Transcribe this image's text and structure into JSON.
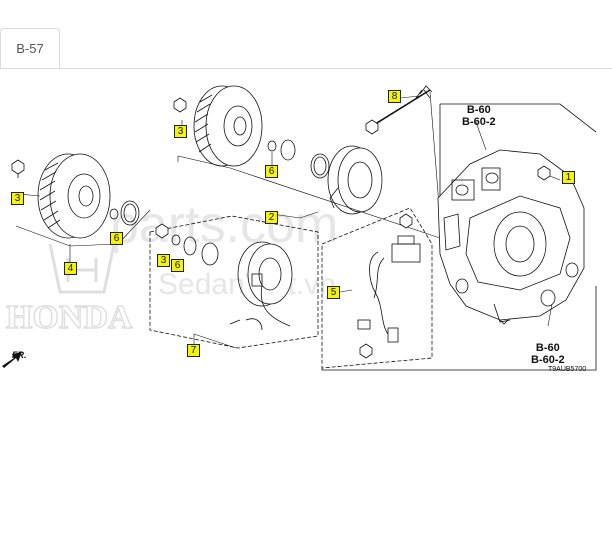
{
  "tab": {
    "label": "B-57"
  },
  "refs": {
    "top_line1": "B-60",
    "top_line2": "B-60-2",
    "bottom_line1": "B-60",
    "bottom_line2": "B-60-2"
  },
  "callouts": [
    "1",
    "2",
    "3",
    "3",
    "3",
    "4",
    "5",
    "6",
    "6",
    "6",
    "7",
    "8"
  ],
  "diagram_code": "T9AUB5700",
  "direction_label": "FR.",
  "watermark": {
    "site": "parts.com",
    "brand": "SedanViet.vn",
    "logo_text": "HONDA"
  }
}
